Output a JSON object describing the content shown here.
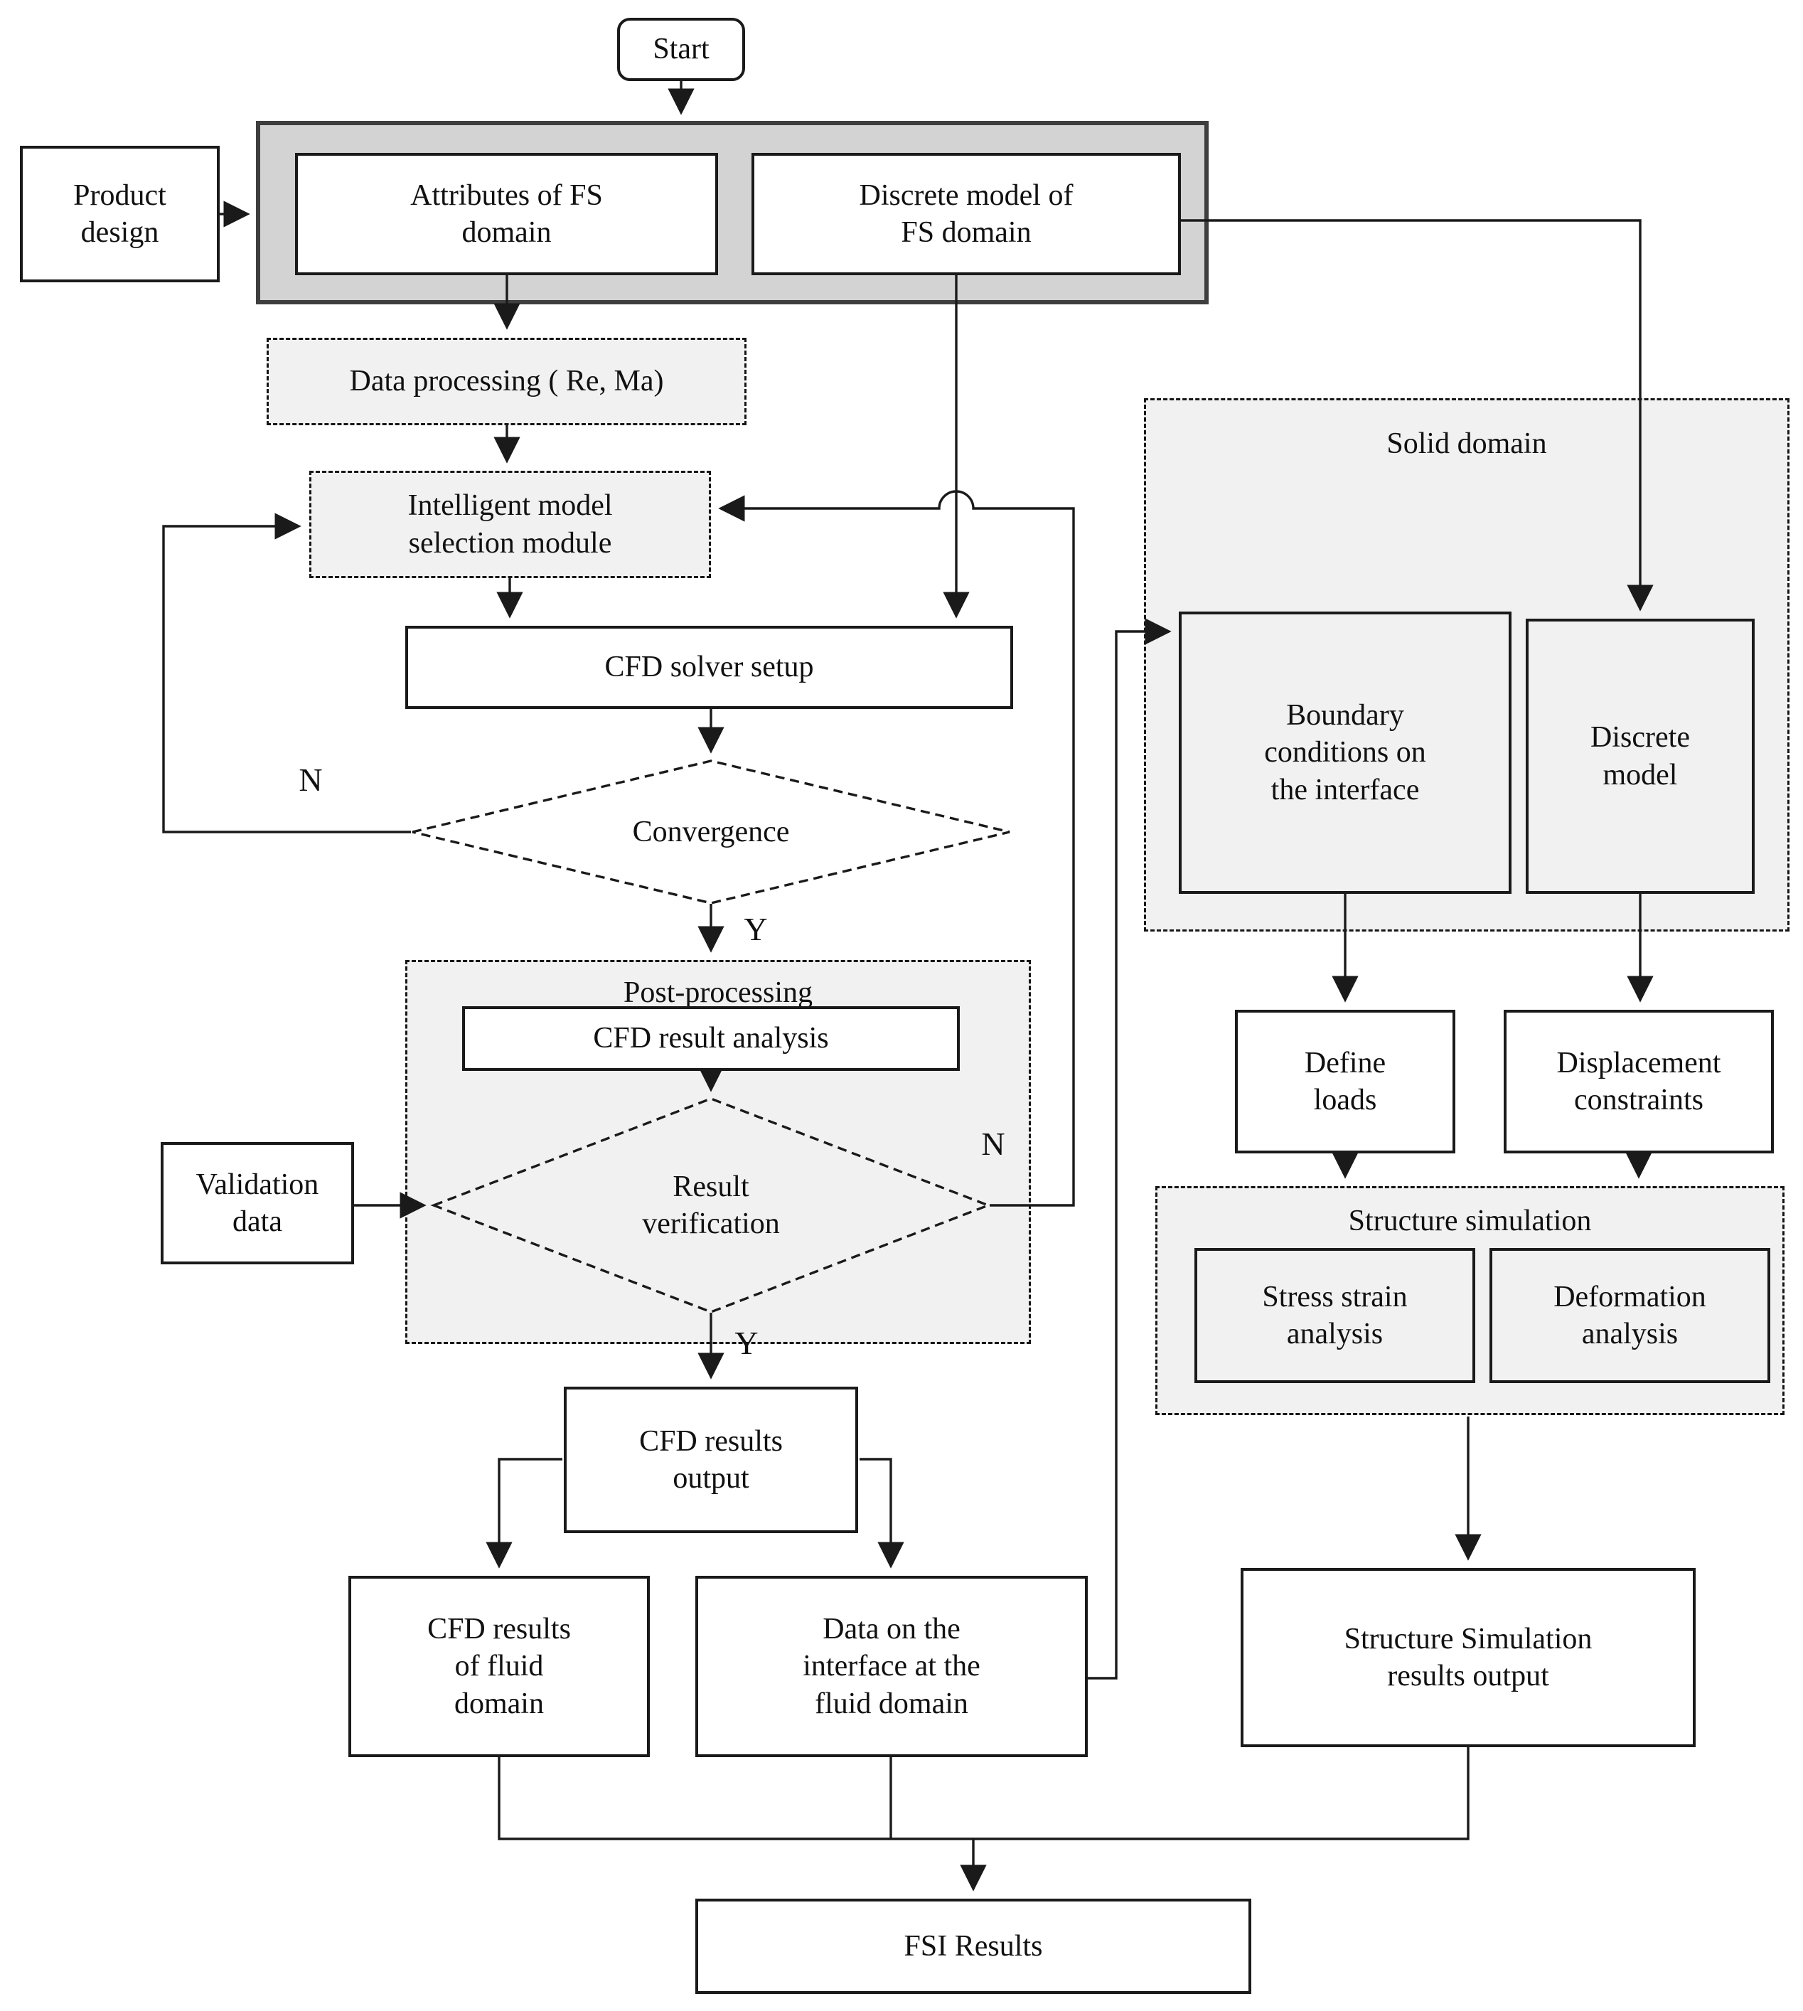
{
  "title": "FSI simulation workflow flowchart",
  "colors": {
    "background": "#ffffff",
    "line": "#1a1a1a",
    "box_border": "#1a1a1a",
    "fs_container_fill": "#d3d3d3",
    "fs_container_border": "#3e3e3e",
    "panel_fill": "#f1f1f1",
    "text": "#111111"
  },
  "nodes": {
    "start": {
      "label": "Start"
    },
    "product_design": {
      "lines": [
        "Product",
        "design"
      ]
    },
    "attributes_fs": {
      "lines": [
        "Attributes of FS",
        "domain"
      ]
    },
    "discrete_fs": {
      "lines": [
        "Discrete model of",
        "FS domain"
      ]
    },
    "data_processing": {
      "label": "Data processing ( Re, Ma)"
    },
    "intelligent_module": {
      "lines": [
        "Intelligent model",
        "selection module"
      ]
    },
    "cfd_solver": {
      "label": "CFD solver setup"
    },
    "convergence": {
      "label": "Convergence"
    },
    "post_processing": {
      "title": "Post-processing"
    },
    "cfd_result_analysis": {
      "label": "CFD result analysis"
    },
    "result_verification": {
      "lines": [
        "Result",
        "verification"
      ]
    },
    "validation_data": {
      "lines": [
        "Validation",
        "data"
      ]
    },
    "cfd_results_output": {
      "lines": [
        "CFD results",
        "output"
      ]
    },
    "cfd_results_fluid": {
      "lines": [
        "CFD results",
        "of fluid",
        "domain"
      ]
    },
    "data_interface": {
      "lines": [
        "Data on the",
        "interface at the",
        "fluid domain"
      ]
    },
    "solid_domain": {
      "title": "Solid domain"
    },
    "boundary_conditions": {
      "lines": [
        "Boundary",
        "conditions on",
        "the interface"
      ]
    },
    "discrete_model": {
      "lines": [
        "Discrete",
        "model"
      ]
    },
    "define_loads": {
      "lines": [
        "Define",
        "loads"
      ]
    },
    "displacement_constraints": {
      "lines": [
        "Displacement",
        "constraints"
      ]
    },
    "structure_simulation": {
      "title": "Structure simulation"
    },
    "stress_strain": {
      "lines": [
        "Stress strain",
        "analysis"
      ]
    },
    "deformation": {
      "lines": [
        "Deformation",
        "analysis"
      ]
    },
    "structure_results": {
      "lines": [
        "Structure Simulation",
        "results output"
      ]
    },
    "fsi_results": {
      "label": "FSI Results"
    }
  },
  "decisions": {
    "convergence_no": "N",
    "convergence_yes": "Y",
    "verification_no": "N",
    "verification_yes": "Y"
  }
}
